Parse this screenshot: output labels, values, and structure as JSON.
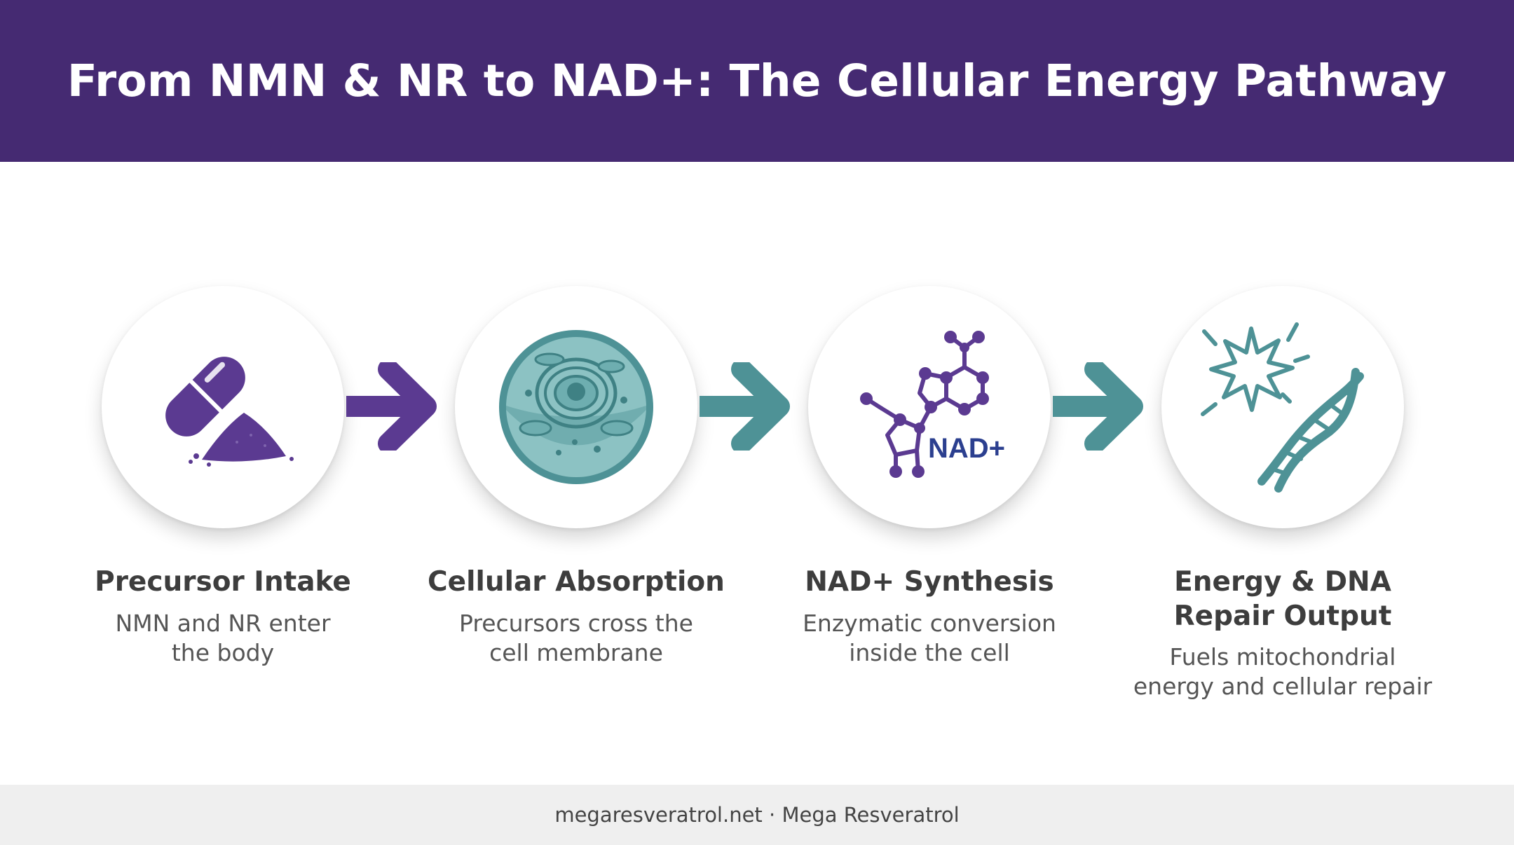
{
  "header": {
    "title": "From NMN & NR to NAD+: The Cellular Energy Pathway"
  },
  "steps": [
    {
      "icon": "capsule-powder-icon",
      "title": "Precursor Intake",
      "desc_line1": "NMN and NR enter",
      "desc_line2": "the body"
    },
    {
      "icon": "cell-icon",
      "title": "Cellular Absorption",
      "desc_line1": "Precursors cross the",
      "desc_line2": "cell membrane"
    },
    {
      "icon": "molecule-icon",
      "title": "NAD+ Synthesis",
      "desc_line1": "Enzymatic conversion",
      "desc_line2": "inside the cell",
      "molecule_label": "NAD+"
    },
    {
      "icon": "energy-dna-icon",
      "title_line1": "Energy & DNA",
      "title_line2": "Repair Output",
      "desc_line1": "Fuels mitochondrial",
      "desc_line2": "energy and cellular repair"
    }
  ],
  "colors": {
    "header_bg": "#452a72",
    "purple": "#5b3a91",
    "teal": "#4e9296",
    "navy": "#2b3f8f",
    "footer_bg": "#efefef"
  },
  "footer": {
    "text": "megaresveratrol.net · Mega Resveratrol"
  }
}
